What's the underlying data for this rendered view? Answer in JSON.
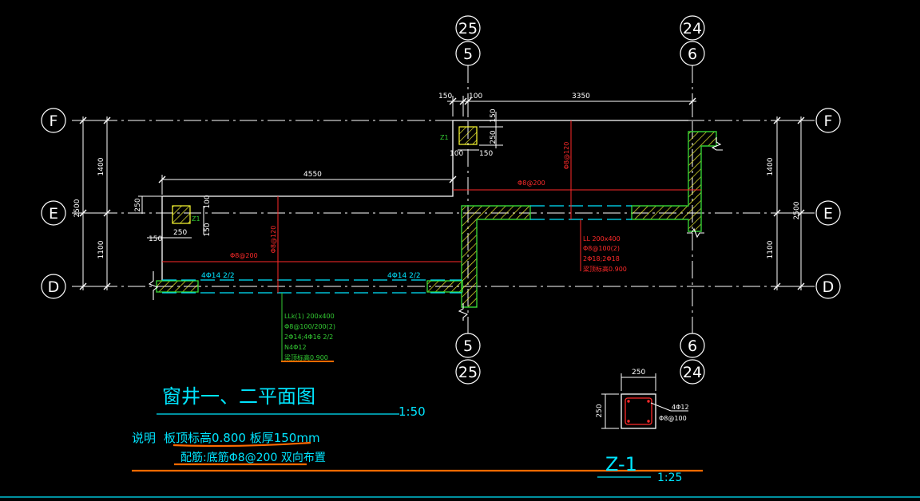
{
  "drawing": {
    "title": "窗井一、二平面图",
    "title_scale": "1:50",
    "note_line1_label": "说明",
    "note_line1_text": "板顶标高0.800   板厚150mm",
    "note_line2_text": "配筋:底筋Φ8@200 双向布置",
    "section_title": "Z-1",
    "section_scale": "1:25"
  },
  "axes": {
    "top_left_outer": "25",
    "top_left_inner": "5",
    "top_right_outer": "24",
    "top_right_inner": "6",
    "bottom_left_inner": "5",
    "bottom_left_outer": "25",
    "bottom_right_inner": "6",
    "bottom_right_outer": "24",
    "row_f": "F",
    "row_e": "E",
    "row_d": "D"
  },
  "dims": {
    "left_total": "2500",
    "left_upper": "1400",
    "left_lower": "1100",
    "right_total": "2500",
    "right_upper": "1400",
    "right_lower": "1100",
    "top_150": "150",
    "top_100": "100",
    "top_3350": "3350",
    "span_4550": "4550",
    "z1_right_150": "150",
    "z1_right_250": "250",
    "z1_right_100": "100",
    "z1_right_150b": "150",
    "z1_left_250a": "250",
    "z1_left_100": "100",
    "z1_left_150": "150",
    "z1_left_250b": "250",
    "z1_left_150b": "150"
  },
  "labels": {
    "z1_left": "Z1",
    "z1_right": "Z1",
    "slab_rebar_left": "Φ8@200",
    "slab_rebar_right": "Φ8@200",
    "vert_rebar_left": "Φ8@120",
    "vert_rebar_right": "Φ8@120",
    "beam_rebar_left": "4Φ14 2/2",
    "beam_rebar_right": "4Φ14 2/2",
    "llk_1": "LLk(1) 200x400",
    "llk_2": "Φ8@100/200(2)",
    "llk_3": "2Φ14;4Φ16 2/2",
    "llk_4": "N4Φ12",
    "llk_5": "梁顶标高0.900",
    "ll_1": "LL 200x400",
    "ll_2": "Φ8@100(2)",
    "ll_3": "2Φ18;2Φ18",
    "ll_4": "梁顶标高0.900",
    "sec_width": "250",
    "sec_height": "250",
    "sec_rebar": "4Φ12",
    "sec_stirrup": "Φ8@100"
  },
  "colors": {
    "background": "#000000",
    "white": "#ffffff",
    "cyan": "#00e5ff",
    "green": "#33cc33",
    "yellow": "#ffff33",
    "red": "#ff2a2a",
    "orange": "#ff6a00"
  }
}
